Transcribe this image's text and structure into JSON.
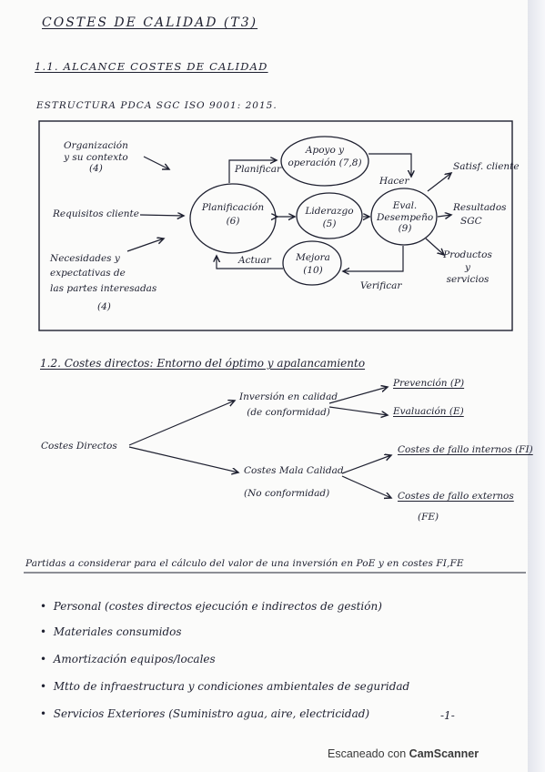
{
  "title": "COSTES DE CALIDAD (T3)",
  "section1": {
    "heading": "1.1. ALCANCE COSTES DE CALIDAD",
    "subheading": "ESTRUCTURA PDCA SGC ISO 9001: 2015.",
    "diagram": {
      "input_org": [
        "Organización",
        "y su contexto",
        "(4)"
      ],
      "input_req": "Requisitos cliente",
      "input_needs": [
        "Necesidades y",
        "expectativas de",
        "las partes interesadas",
        "(4)"
      ],
      "node_plan": [
        "Planificación",
        "(6)"
      ],
      "node_lead": [
        "Liderazgo",
        "(5)"
      ],
      "node_support": [
        "Apoyo y",
        "operación (7,8)"
      ],
      "node_eval": [
        "Eval.",
        "Desempeño",
        "(9)"
      ],
      "node_improve": [
        "Mejora",
        "(10)"
      ],
      "arrow_plan": "Planificar",
      "arrow_do": "Hacer",
      "arrow_act": "Actuar",
      "arrow_check": "Verificar",
      "output_satisf": "Satisf. cliente",
      "output_results": [
        "Resultados",
        "SGC"
      ],
      "output_products": [
        "Productos",
        "y",
        "servicios"
      ]
    }
  },
  "section2": {
    "heading": "1.2. Costes directos: Entorno del óptimo y apalancamiento",
    "root": "Costes Directos",
    "branch_invest": [
      "Inversión en calidad",
      "(de conformidad)"
    ],
    "leaf_prevention": "Prevención (P)",
    "leaf_evaluation": "Evaluación (E)",
    "branch_bad": [
      "Costes Mala Calidad",
      "(No conformidad)"
    ],
    "leaf_internal": "Costes de fallo internos (FI)",
    "leaf_external": [
      "Costes de fallo externos",
      "(FE)"
    ]
  },
  "section3": {
    "intro": "Partidas a considerar para el cálculo del valor de una inversión en PoE y en costes FI,FE",
    "bullets": [
      "Personal (costes directos ejecución e indirectos de gestión)",
      "Materiales consumidos",
      "Amortización equipos/locales",
      "Mtto de infraestructura y condiciones ambientales de seguridad",
      "Servicios Exteriores (Suministro agua, aire, electricidad)"
    ]
  },
  "page_number": "-1-",
  "footer": {
    "prefix": "Escaneado con",
    "brand": "CamScanner"
  }
}
